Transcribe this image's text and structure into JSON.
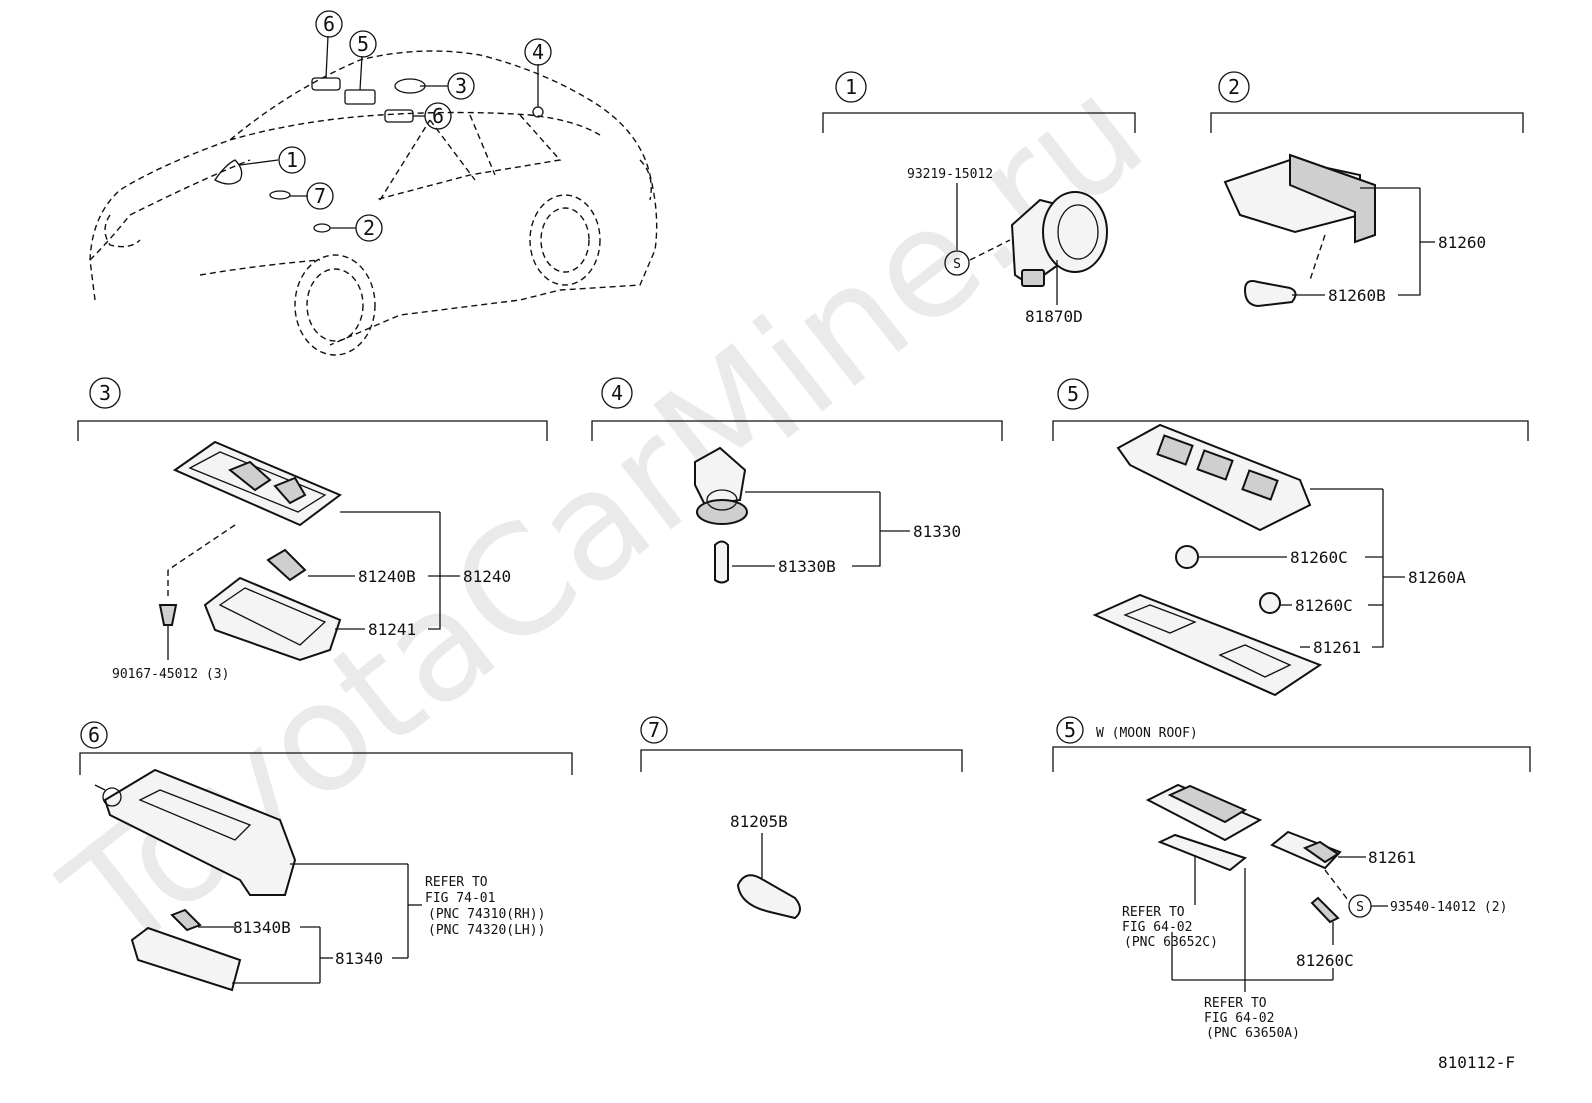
{
  "watermark": "ToyotaCarMine.ru",
  "figure_code": "810112-F",
  "sections": {
    "s1": {
      "num": "1",
      "parts": {
        "screw": "93219-15012",
        "screw_symbol": "S",
        "lamp": "81870D"
      }
    },
    "s2": {
      "num": "2",
      "parts": {
        "assy": "81260",
        "bulb": "81260B"
      }
    },
    "s3": {
      "num": "3",
      "parts": {
        "assy": "81240",
        "bulb": "81240B",
        "lens": "81241",
        "screw": "90167-45012 (3)"
      }
    },
    "s4": {
      "num": "4",
      "parts": {
        "assy": "81330",
        "bulb": "81330B"
      }
    },
    "s5": {
      "num": "5",
      "parts": {
        "assy": "81260A",
        "bulb1": "81260C",
        "bulb2": "81260C",
        "lens": "81261"
      }
    },
    "s5w": {
      "num": "5",
      "suffix": "W (MOON  ROOF)",
      "parts": {
        "lens": "81261",
        "screw": "93540-14012 (2)",
        "screw_symbol": "S",
        "bulb": "81260C",
        "ref1": [
          "REFER TO",
          "FIG 64-02",
          "(PNC 63652C)"
        ],
        "ref2": [
          "REFER TO",
          "FIG 64-02",
          "(PNC 63650A)"
        ]
      }
    },
    "s6": {
      "num": "6",
      "parts": {
        "assy": "81340",
        "bulb": "81340B",
        "ref": [
          "REFER TO",
          "FIG 74-01",
          "(PNC 74310(RH))",
          "(PNC 74320(LH))"
        ]
      }
    },
    "s7": {
      "num": "7",
      "parts": {
        "bulb": "81205B"
      }
    }
  },
  "car_callouts": [
    "1",
    "2",
    "3",
    "4",
    "5",
    "6",
    "6",
    "7"
  ]
}
